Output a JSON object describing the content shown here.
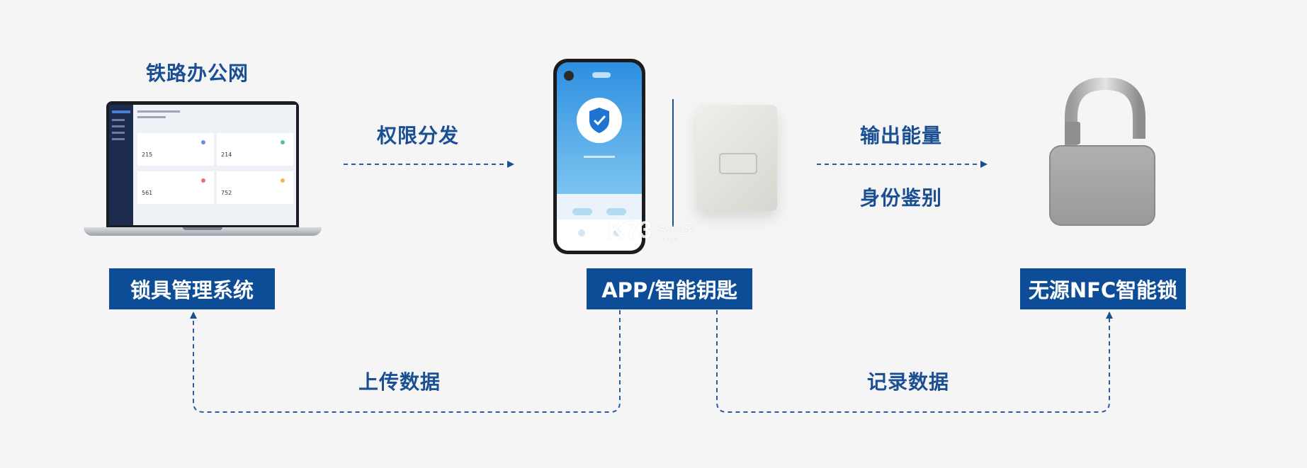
{
  "title": "铁路办公网",
  "arrows": {
    "distribute": "权限分发",
    "output_energy": "输出能量",
    "identify": "身份鉴别",
    "upload": "上传数据",
    "record": "记录数据"
  },
  "nodes": {
    "system": "锁具管理系统",
    "app_key": "APP/智能钥匙",
    "lock": "无源NFC智能锁"
  },
  "laptop_screen": {
    "cards": [
      {
        "value": "215",
        "dot_color": "#6b8fe0"
      },
      {
        "value": "214",
        "dot_color": "#5ac48a"
      },
      {
        "value": "561",
        "dot_color": "#e57373"
      },
      {
        "value": "752",
        "dot_color": "#f3b548"
      }
    ]
  },
  "watermark": {
    "main": "K73",
    "sub": "游戏之家",
    "domain": ".com"
  },
  "colors": {
    "accent": "#0d4d97",
    "label": "#1b4f93",
    "line": "#2a5b9c",
    "background": "#f5f5f5"
  }
}
